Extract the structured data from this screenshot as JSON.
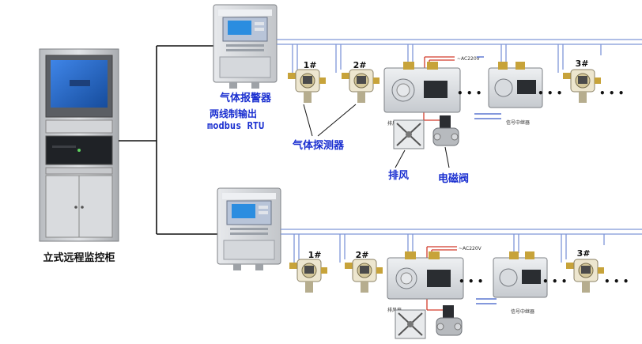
{
  "labels": {
    "cabinet": "立式远程监控柜",
    "alarm": "气体报警器",
    "output_line1": "两线制输出",
    "output_line2": "modbus RTU",
    "detector": "气体探测器",
    "exhaust": "排风",
    "solenoid": "电磁阀",
    "det1": "1#",
    "det2": "2#",
    "det3": "3#",
    "ac": "~AC220V",
    "ellipsis": "• • •",
    "fan_tag": "排风扇",
    "signal_tag": "信号中继器"
  },
  "colors": {
    "line_blue": "#7f96d8",
    "line_black": "#111111",
    "power_red": "#d23b2b",
    "label_blue": "#1a2fd0",
    "screen_blue": "#2a6ad0",
    "panel_gray": "#c9cdd2"
  }
}
